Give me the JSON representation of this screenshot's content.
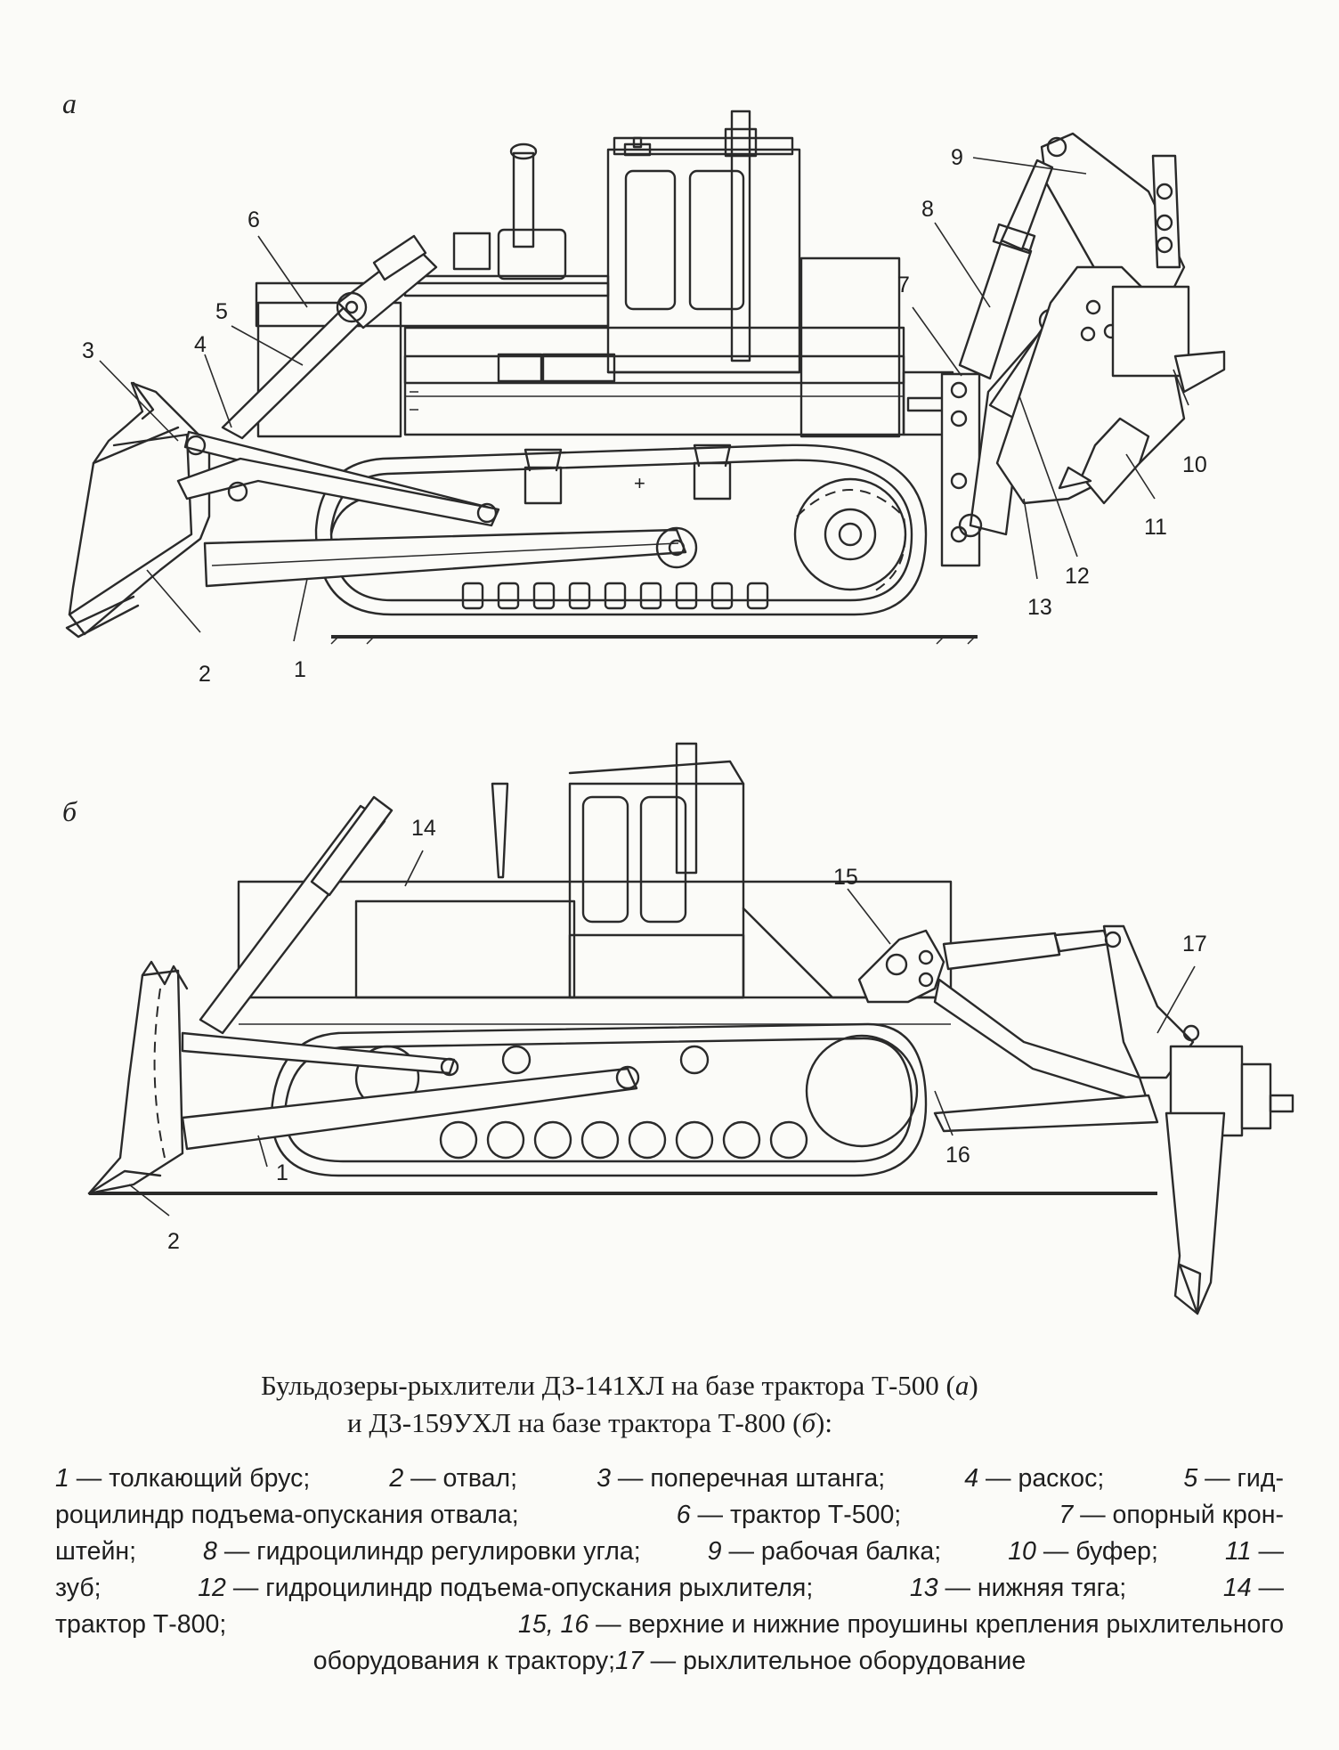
{
  "figures": [
    {
      "letter": "а",
      "callouts": [
        {
          "id": "1",
          "label": "1"
        },
        {
          "id": "2",
          "label": "2"
        },
        {
          "id": "3",
          "label": "3"
        },
        {
          "id": "4",
          "label": "4"
        },
        {
          "id": "5",
          "label": "5"
        },
        {
          "id": "6",
          "label": "6"
        },
        {
          "id": "7",
          "label": "7"
        },
        {
          "id": "8",
          "label": "8"
        },
        {
          "id": "9",
          "label": "9"
        },
        {
          "id": "10",
          "label": "10"
        },
        {
          "id": "11",
          "label": "11"
        },
        {
          "id": "12",
          "label": "12"
        },
        {
          "id": "13",
          "label": "13"
        }
      ]
    },
    {
      "letter": "б",
      "callouts": [
        {
          "id": "14",
          "label": "14"
        },
        {
          "id": "15",
          "label": "15"
        },
        {
          "id": "16",
          "label": "16"
        },
        {
          "id": "17",
          "label": "17"
        },
        {
          "id": "1",
          "label": "1"
        },
        {
          "id": "2",
          "label": "2"
        }
      ]
    }
  ],
  "caption": {
    "line1_pre": "Бульдозеры-рыхлители ДЗ-141ХЛ на базе трактора Т-500 (",
    "line1_fig": "а",
    "line1_post": ")",
    "line2_pre": "и ДЗ-159УХЛ на базе трактора Т-800 (",
    "line2_fig": "б",
    "line2_post": "):"
  },
  "legend_lines": [
    [
      {
        "n": "1",
        "t": " — толкающий брус; "
      },
      {
        "n": "2",
        "t": " — отвал; "
      },
      {
        "n": "3",
        "t": " — поперечная штанга; "
      },
      {
        "n": "4",
        "t": " — раскос; "
      },
      {
        "n": "5",
        "t": " — гид-"
      }
    ],
    [
      {
        "n": "",
        "t": "роцилиндр подъема-опускания отвала; "
      },
      {
        "n": "6",
        "t": " — трактор Т-500; "
      },
      {
        "n": "7",
        "t": " — опорный крон-"
      }
    ],
    [
      {
        "n": "",
        "t": "штейн; "
      },
      {
        "n": "8",
        "t": " — гидроцилиндр регулировки угла; "
      },
      {
        "n": "9",
        "t": " — рабочая балка; "
      },
      {
        "n": "10",
        "t": " — буфер; "
      },
      {
        "n": "11",
        "t": " —"
      }
    ],
    [
      {
        "n": "",
        "t": "зуб; "
      },
      {
        "n": "12",
        "t": " — гидроцилиндр подъема-опускания рыхлителя; "
      },
      {
        "n": "13",
        "t": " — нижняя тяга; "
      },
      {
        "n": "14",
        "t": " —"
      }
    ],
    [
      {
        "n": "",
        "t": "трактор Т-800; "
      },
      {
        "n": "15, 16",
        "t": " — верхние и нижние проушины крепления рыхлительного"
      }
    ],
    [
      {
        "n": "",
        "t": "оборудования к трактору; "
      },
      {
        "n": "17",
        "t": " — рыхлительное оборудование"
      }
    ]
  ]
}
